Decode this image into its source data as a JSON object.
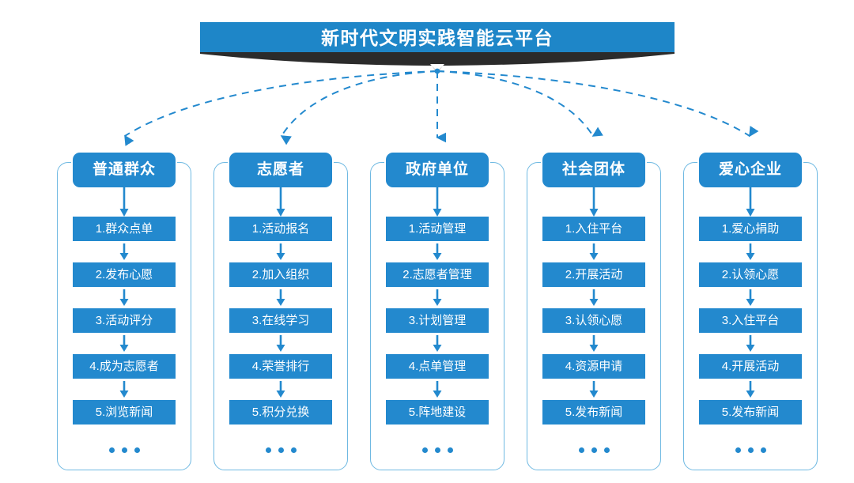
{
  "banner": {
    "title": "新时代文明实践智能云平台",
    "color": "#1e86c8",
    "ribbon_color": "#2b2b2b"
  },
  "theme": {
    "box_blue": "#2389ce",
    "frame_blue": "#6fb9e2",
    "connector_blue": "#2389ce",
    "background": "#ffffff",
    "text_on_blue": "#ffffff"
  },
  "diagram": {
    "type": "hierarchy-flow",
    "root_label": "新时代文明实践智能云平台",
    "branch_count": 5,
    "ellipsis": "•••"
  },
  "columns": [
    {
      "header": "普通群众",
      "items": [
        "1.群众点单",
        "2.发布心愿",
        "3.活动评分",
        "4.成为志愿者",
        "5.浏览新闻"
      ],
      "more": "•••"
    },
    {
      "header": "志愿者",
      "items": [
        "1.活动报名",
        "2.加入组织",
        "3.在线学习",
        "4.荣誉排行",
        "5.积分兑换"
      ],
      "more": "•••"
    },
    {
      "header": "政府单位",
      "items": [
        "1.活动管理",
        "2.志愿者管理",
        "3.计划管理",
        "4.点单管理",
        "5.阵地建设"
      ],
      "more": "•••"
    },
    {
      "header": "社会团体",
      "items": [
        "1.入住平台",
        "2.开展活动",
        "3.认领心愿",
        "4.资源申请",
        "5.发布新闻"
      ],
      "more": "•••"
    },
    {
      "header": "爱心企业",
      "items": [
        "1.爱心捐助",
        "2.认领心愿",
        "3.入住平台",
        "4.开展活动",
        "5.发布新闻"
      ],
      "more": "•••"
    }
  ]
}
